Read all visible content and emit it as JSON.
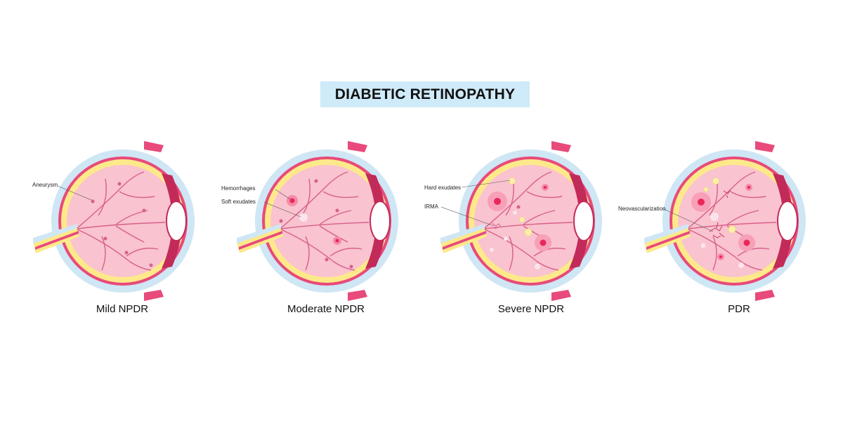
{
  "title": "DIABETIC RETINOPATHY",
  "colors": {
    "title_bg": "#cfeaf8",
    "retina": "#f9c3cf",
    "choroid": "#e84a7b",
    "sclera": "#fde98a",
    "outer": "#cfe6f4",
    "vessel": "#d7608a",
    "hemorrhage": "#e8285a",
    "exudate_hard": "#fbf0a8",
    "exudate_soft": "#fbe4ee"
  },
  "stages": [
    {
      "label": "Mild NPDR",
      "annotations": [
        "Aneurysm"
      ]
    },
    {
      "label": "Moderate NPDR",
      "annotations": [
        "Hemorrhages",
        "Soft exudates"
      ]
    },
    {
      "label": "Severe NPDR",
      "annotations": [
        "Hard exudates",
        "IRMA"
      ]
    },
    {
      "label": "PDR",
      "annotations": [
        "Neovascularization"
      ]
    }
  ]
}
